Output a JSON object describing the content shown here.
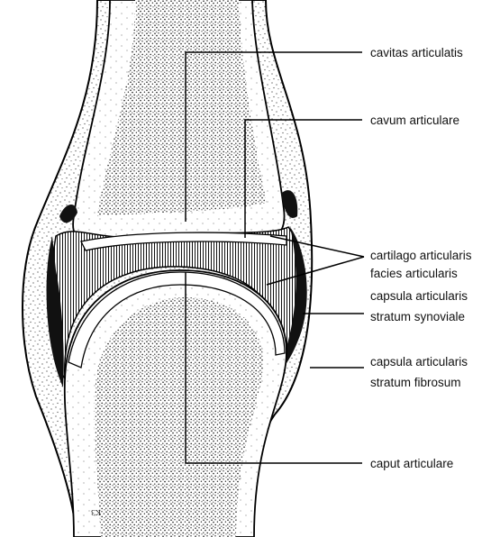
{
  "diagram": {
    "labels": {
      "cavitas": "cavitas articulatis",
      "cavum": "cavum articulare",
      "cartilago": "cartilago articularis",
      "facies": "facies articularis",
      "capsula1": "capsula articularis",
      "synoviale": "stratum synoviale",
      "capsula2": "capsula articularis",
      "fibrosum": "stratum fibrosum",
      "caput": "caput articulare"
    },
    "signature": "KЗ"
  }
}
